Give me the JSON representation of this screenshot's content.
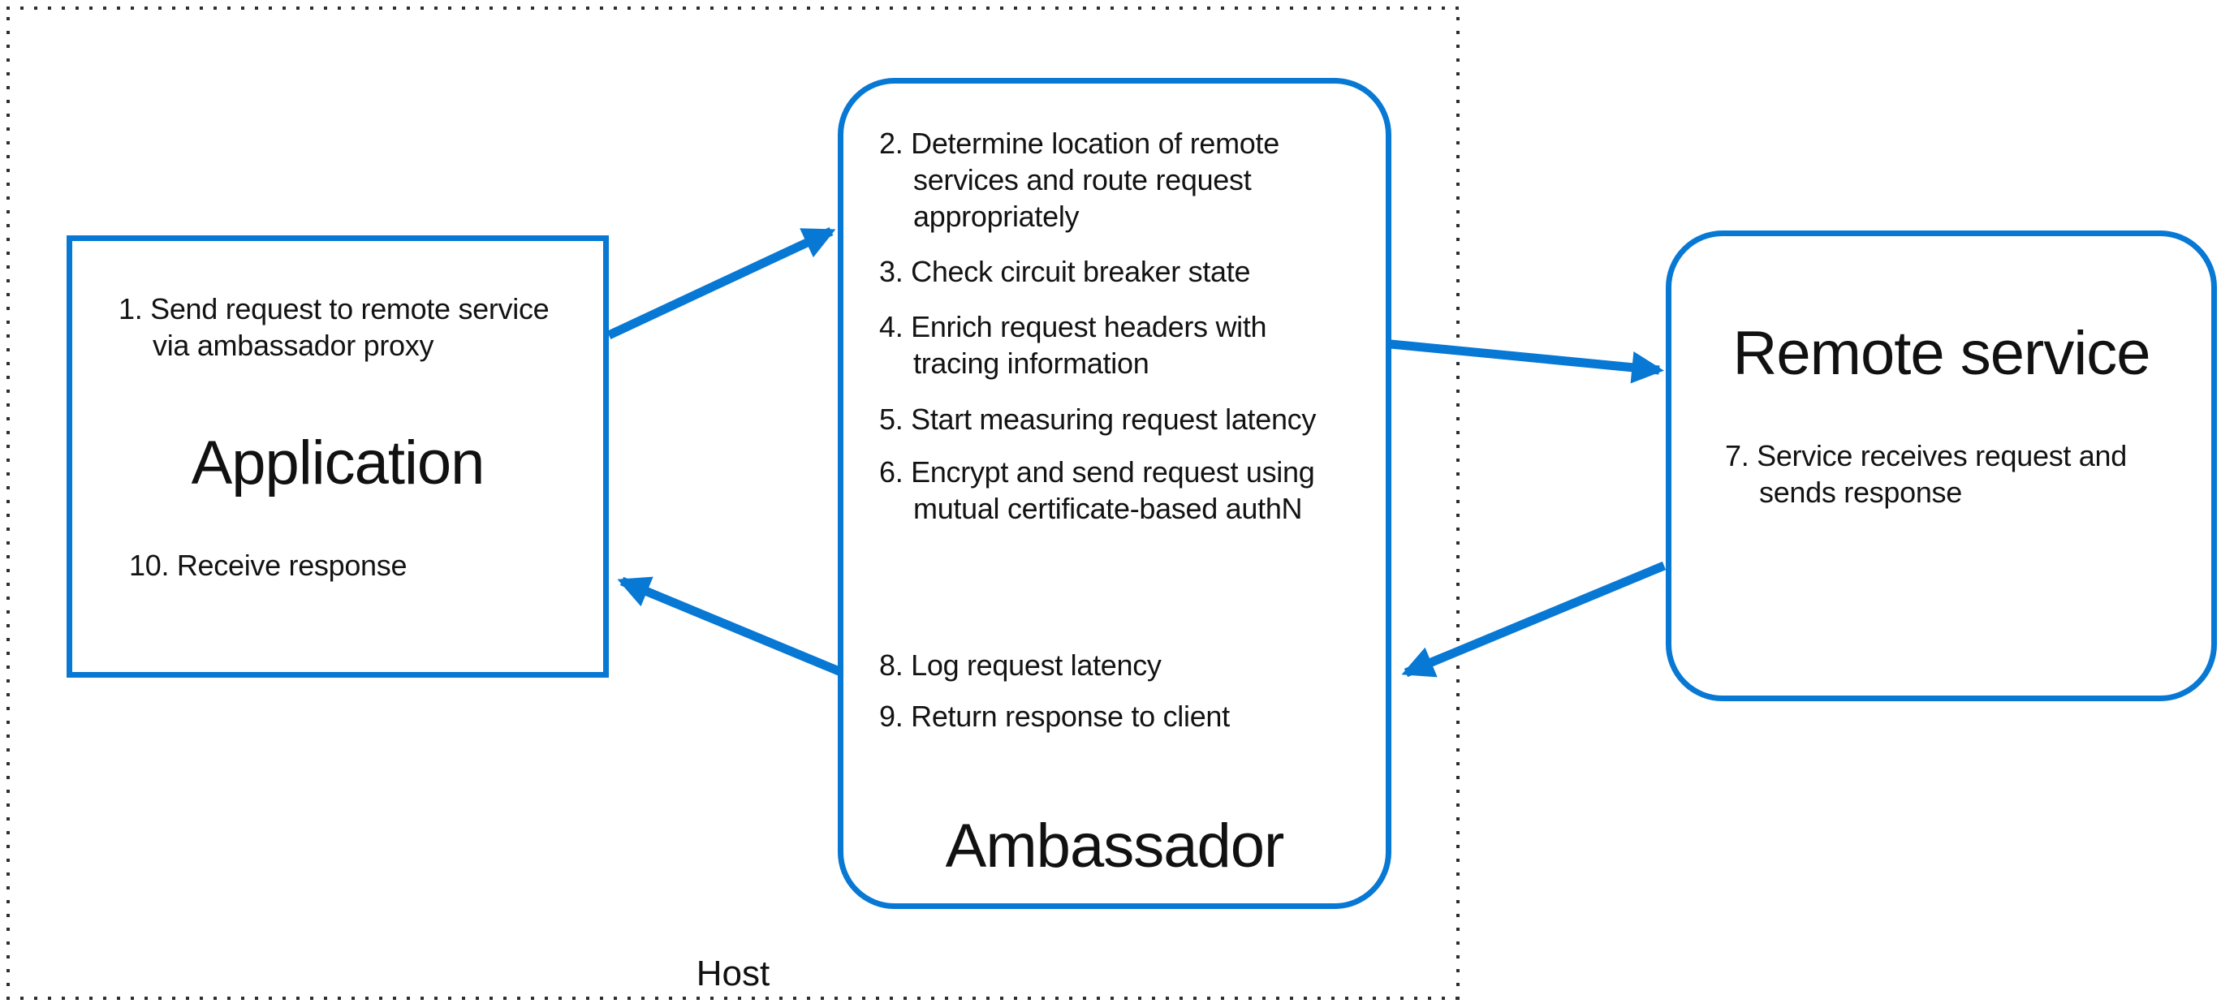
{
  "colors": {
    "accent": "#0778d4",
    "text": "#161616",
    "dots": "#2e2e2e",
    "background": "#ffffff"
  },
  "host": {
    "label": "Host"
  },
  "application": {
    "title": "Application",
    "steps": [
      {
        "lines": [
          "1. Send request to remote service",
          "via ambassador proxy"
        ]
      },
      {
        "lines": [
          "10. Receive response"
        ]
      }
    ]
  },
  "ambassador": {
    "title": "Ambassador",
    "steps": [
      {
        "lines": [
          "2. Determine location of remote",
          "services and route request",
          "appropriately"
        ]
      },
      {
        "lines": [
          "3. Check circuit breaker state"
        ]
      },
      {
        "lines": [
          "4. Enrich request headers with",
          "tracing information"
        ]
      },
      {
        "lines": [
          "5. Start measuring request latency"
        ]
      },
      {
        "lines": [
          "6. Encrypt and send request using",
          "mutual certificate-based authN"
        ]
      },
      {
        "lines": [
          "8. Log request latency"
        ]
      },
      {
        "lines": [
          "9. Return response to client"
        ]
      }
    ]
  },
  "remote_service": {
    "title": "Remote service",
    "steps": [
      {
        "lines": [
          "7. Service receives request and",
          "sends response"
        ]
      }
    ]
  },
  "arrows": [
    {
      "name": "application-to-ambassador",
      "from": "Application",
      "to": "Ambassador"
    },
    {
      "name": "ambassador-to-remote-service",
      "from": "Ambassador",
      "to": "Remote service"
    },
    {
      "name": "remote-service-to-ambassador",
      "from": "Remote service",
      "to": "Ambassador"
    },
    {
      "name": "ambassador-to-application",
      "from": "Ambassador",
      "to": "Application"
    }
  ]
}
